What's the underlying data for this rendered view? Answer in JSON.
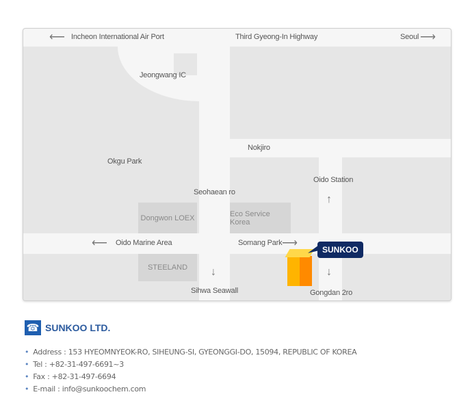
{
  "map": {
    "roads": {
      "top_left": "Incheon  International Air Port",
      "top_mid": "Third Gyeong-In Highway",
      "top_right": "Seoul",
      "ic": "Jeongwang IC",
      "nokjiro": "Nokjiro",
      "seohaean": "Seohaean ro",
      "oido_marine": "Oido Marine Area",
      "somang": "Somang Park",
      "oido_station": "Oido Station",
      "sihwa": "Sihwa Seawall",
      "gongdan": "Gongdan 2ro",
      "okgu": "Okgu Park"
    },
    "buildings": {
      "dongwon": "Dongwon LOEX",
      "eco": "Eco Service Korea",
      "steeland": "STEELAND"
    },
    "marker": "SUNKOO"
  },
  "company": {
    "name": "SUNKOO LTD.",
    "lines": [
      "Address : 153 HYEOMNYEOK-RO, SIHEUNG-SI, GYEONGGI-DO, 15094, REPUBLIC OF KOREA",
      "Tel  : +82-31-497-6691~3",
      "Fax : +82-31-497-6694",
      "E-mail : info@sunkoochem.com"
    ]
  }
}
